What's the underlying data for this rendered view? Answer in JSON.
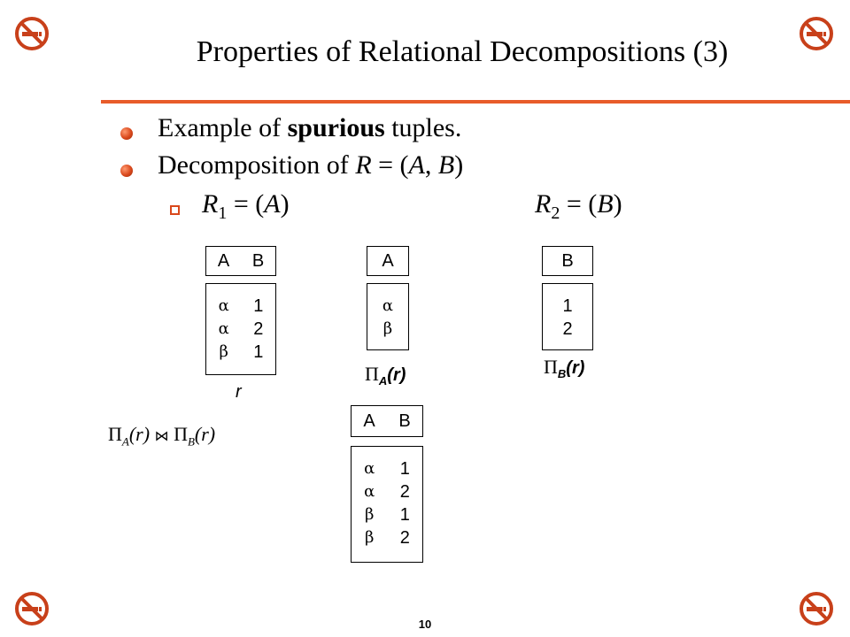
{
  "slide": {
    "title": "Properties of Relational Decompositions (3)",
    "page_number": "10"
  },
  "bullets": [
    {
      "pre": "Example of ",
      "bold": "spurious",
      "post": " tuples."
    },
    {
      "text": "Decomposition of ",
      "rel": "R",
      "rest": " = (",
      "a": "A",
      "comma": ", ",
      "b": "B",
      "close": ")"
    }
  ],
  "sub": {
    "r1": "R",
    "r1_sub": "1",
    "r1_eq": " = (",
    "r1_attr": "A",
    "r1_close": ")",
    "r2": "R",
    "r2_sub": "2",
    "r2_eq": " = (",
    "r2_attr": "B",
    "r2_close": ")"
  },
  "table_r": {
    "headers": [
      "A",
      "B"
    ],
    "col_a": [
      "α",
      "α",
      "β"
    ],
    "col_b": [
      "1",
      "2",
      "1"
    ],
    "caption": "r"
  },
  "table_pa": {
    "headers": [
      "A"
    ],
    "col_a": [
      "α",
      "β"
    ],
    "caption_pi": "Π",
    "caption_sub": "A",
    "caption_rest": "(r)"
  },
  "table_pb": {
    "headers": [
      "B"
    ],
    "col_b": [
      "1",
      "2"
    ],
    "caption_pi": "Π",
    "caption_sub": "B",
    "caption_rest": "(r)"
  },
  "join_expr": {
    "pi1": "Π",
    "sub1": "A",
    "arg1": "(r)",
    "join": "⋈",
    "pi2": "Π",
    "sub2": "B",
    "arg2": "(r)"
  },
  "table_join": {
    "headers": [
      "A",
      "B"
    ],
    "col_a": [
      "α",
      "α",
      "β",
      "β"
    ],
    "col_b": [
      "1",
      "2",
      "1",
      "2"
    ]
  },
  "icons": {
    "corner": "no-smoking-icon",
    "color": "#c8401a"
  }
}
